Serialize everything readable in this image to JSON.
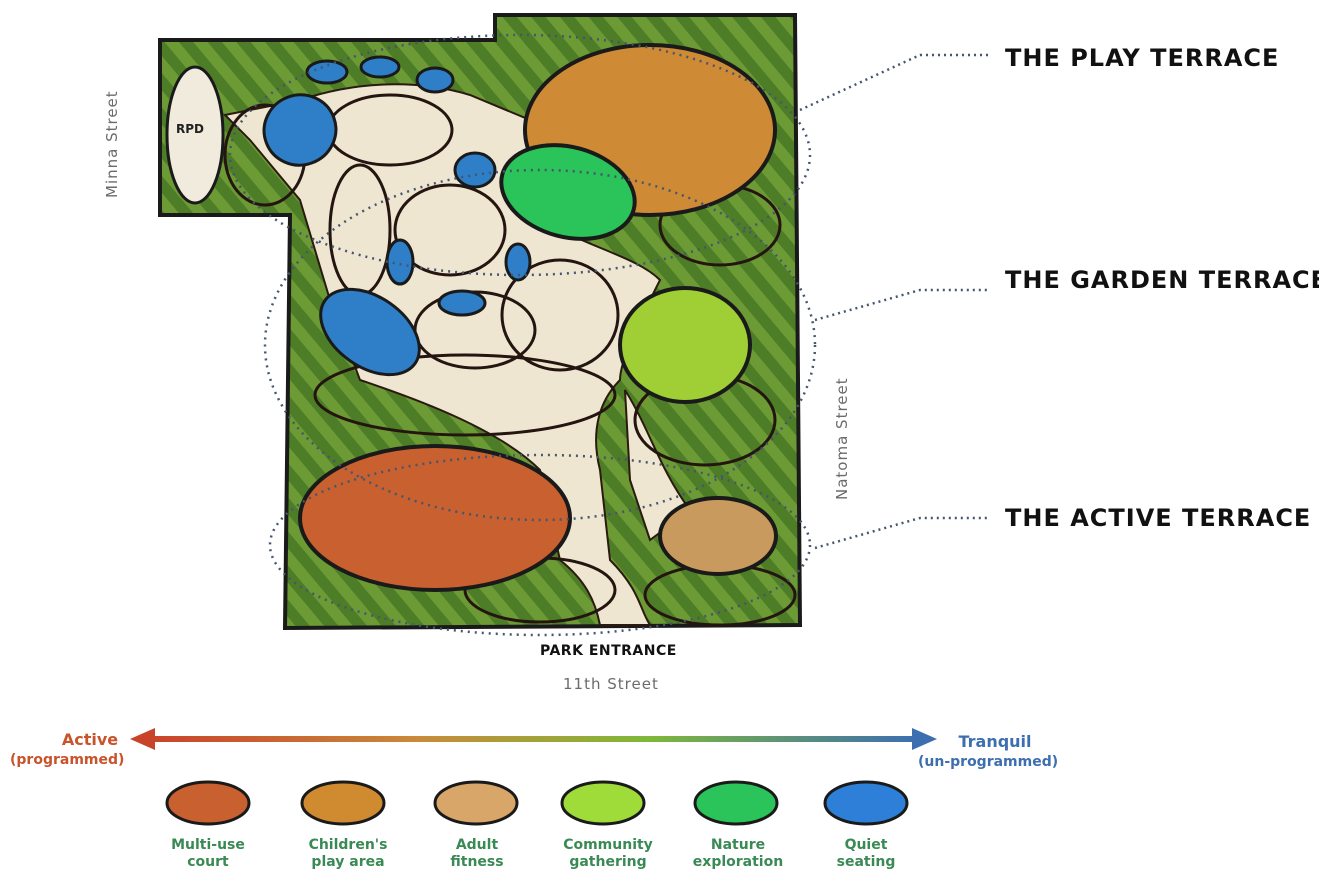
{
  "terraces": {
    "play": "THE PLAY TERRACE",
    "garden": "THE GARDEN TERRACE",
    "active": "THE ACTIVE TERRACE"
  },
  "streets": {
    "minna": "Minna Street",
    "natoma": "Natoma Street",
    "eleventh": "11th Street"
  },
  "entrance": "PARK ENTRANCE",
  "rpd": "RPD",
  "scale": {
    "active": "Active",
    "active_sub": "(programmed)",
    "tranquil": "Tranquil",
    "tranquil_sub": "(un-programmed)",
    "active_color": "#c9532b",
    "tranquil_color": "#3d6fb0"
  },
  "legend": [
    {
      "line1": "Multi-use",
      "line2": "court",
      "color": "#c8602f"
    },
    {
      "line1": "Children's",
      "line2": "play area",
      "color": "#d08a30"
    },
    {
      "line1": "Adult",
      "line2": "fitness",
      "color": "#d9a66a"
    },
    {
      "line1": "Community",
      "line2": "gathering",
      "color": "#9fdc3a"
    },
    {
      "line1": "Nature",
      "line2": "exploration",
      "color": "#2bc45a"
    },
    {
      "line1": "Quiet",
      "line2": "seating",
      "color": "#2e7fd8"
    }
  ],
  "colors": {
    "grass": "#5f8f2e",
    "path": "#efe6d2",
    "legend_text": "#3a8a55"
  }
}
